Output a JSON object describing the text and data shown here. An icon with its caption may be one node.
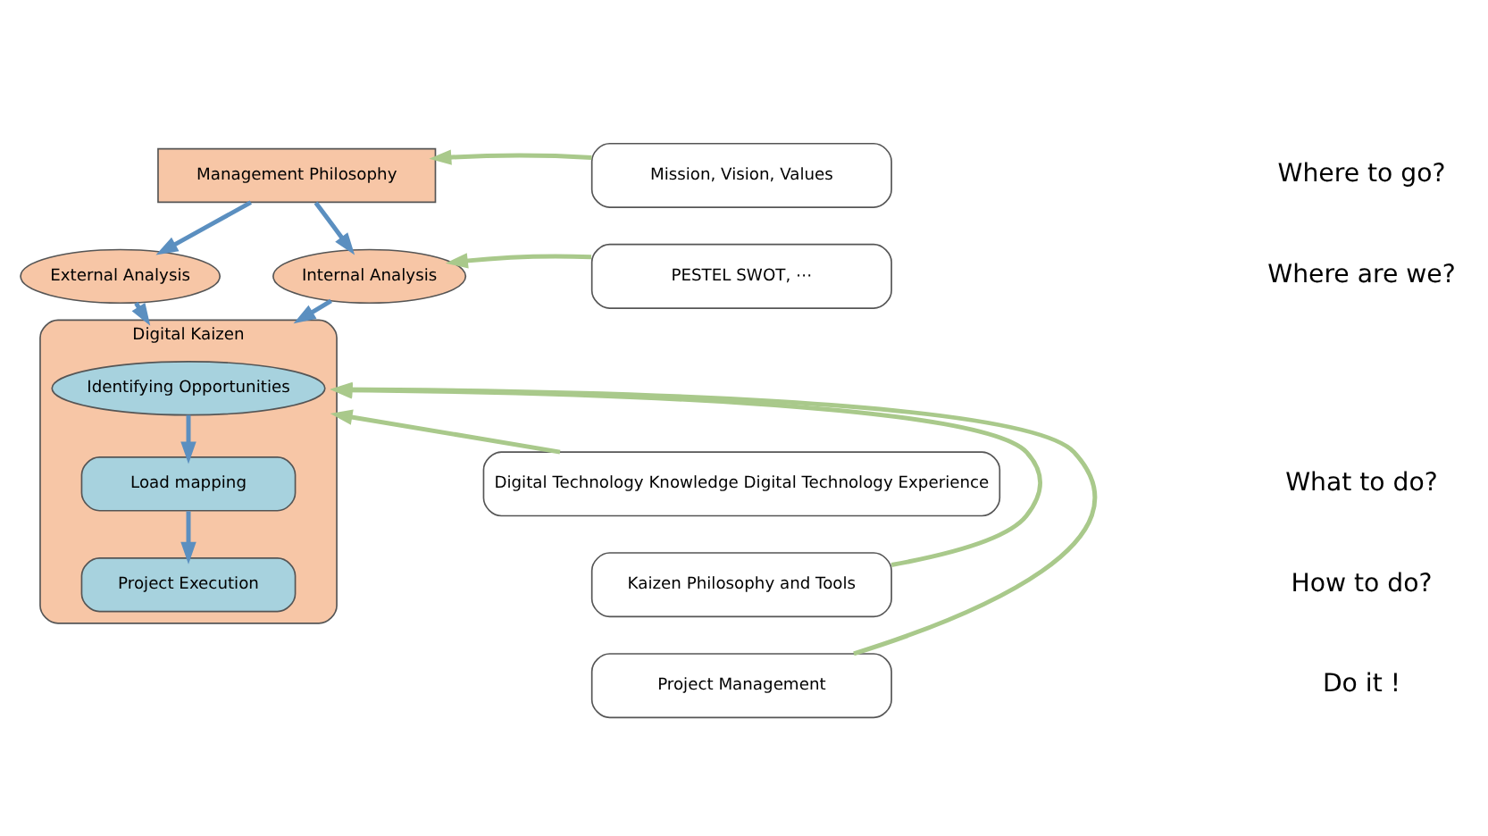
{
  "diagram": {
    "nodes": [
      {
        "text": [
          "Management Philosophy"
        ]
      },
      {
        "text": [
          "External Analysis"
        ]
      },
      {
        "text": [
          "Internal Analysis"
        ]
      },
      {
        "text": [
          "Digital Kaizen"
        ]
      },
      {
        "text": [
          "Identifying Opportunities"
        ],
        "in": 3
      },
      {
        "text": [
          "Load mapping"
        ],
        "in": 3
      },
      {
        "text": [
          "Project Execution"
        ],
        "in": 3
      },
      {
        "text": [
          "Mission, Vision, Values"
        ]
      },
      {
        "text": [
          "PESTEL SWOT, ⋯"
        ]
      },
      {
        "text": [
          "Digital Technology Knowledge Digital Technology Experience"
        ]
      },
      {
        "text": [
          "Kaizen Philosophy and Tools"
        ]
      },
      {
        "text": [
          "Project Management"
        ]
      }
    ],
    "edges": [
      {
        "from": 0,
        "to": 1,
        "arrow": "to"
      },
      {
        "from": 0,
        "to": 2,
        "arrow": "to"
      },
      {
        "from": 1,
        "to": 3,
        "arrow": "to"
      },
      {
        "from": 2,
        "to": 3,
        "arrow": "to"
      },
      {
        "from": 4,
        "to": 5,
        "arrow": "to"
      },
      {
        "from": 5,
        "to": 6,
        "arrow": "to"
      },
      {
        "from": 7,
        "to": 0,
        "arrow": "to",
        "color": "#a9c98b"
      },
      {
        "from": 8,
        "to": 2,
        "arrow": "to",
        "color": "#a9c98b"
      },
      {
        "from": 9,
        "to": 3,
        "arrow": "to",
        "color": "#a9c98b"
      },
      {
        "from": 10,
        "to": 3,
        "arrow": "to",
        "color": "#a9c98b"
      },
      {
        "from": 11,
        "to": 3,
        "arrow": "to",
        "color": "#a9c98b"
      }
    ],
    "labels": [
      "Where to go?",
      "Where are we?",
      "What to do?",
      "How to do?",
      "Do it !"
    ]
  }
}
